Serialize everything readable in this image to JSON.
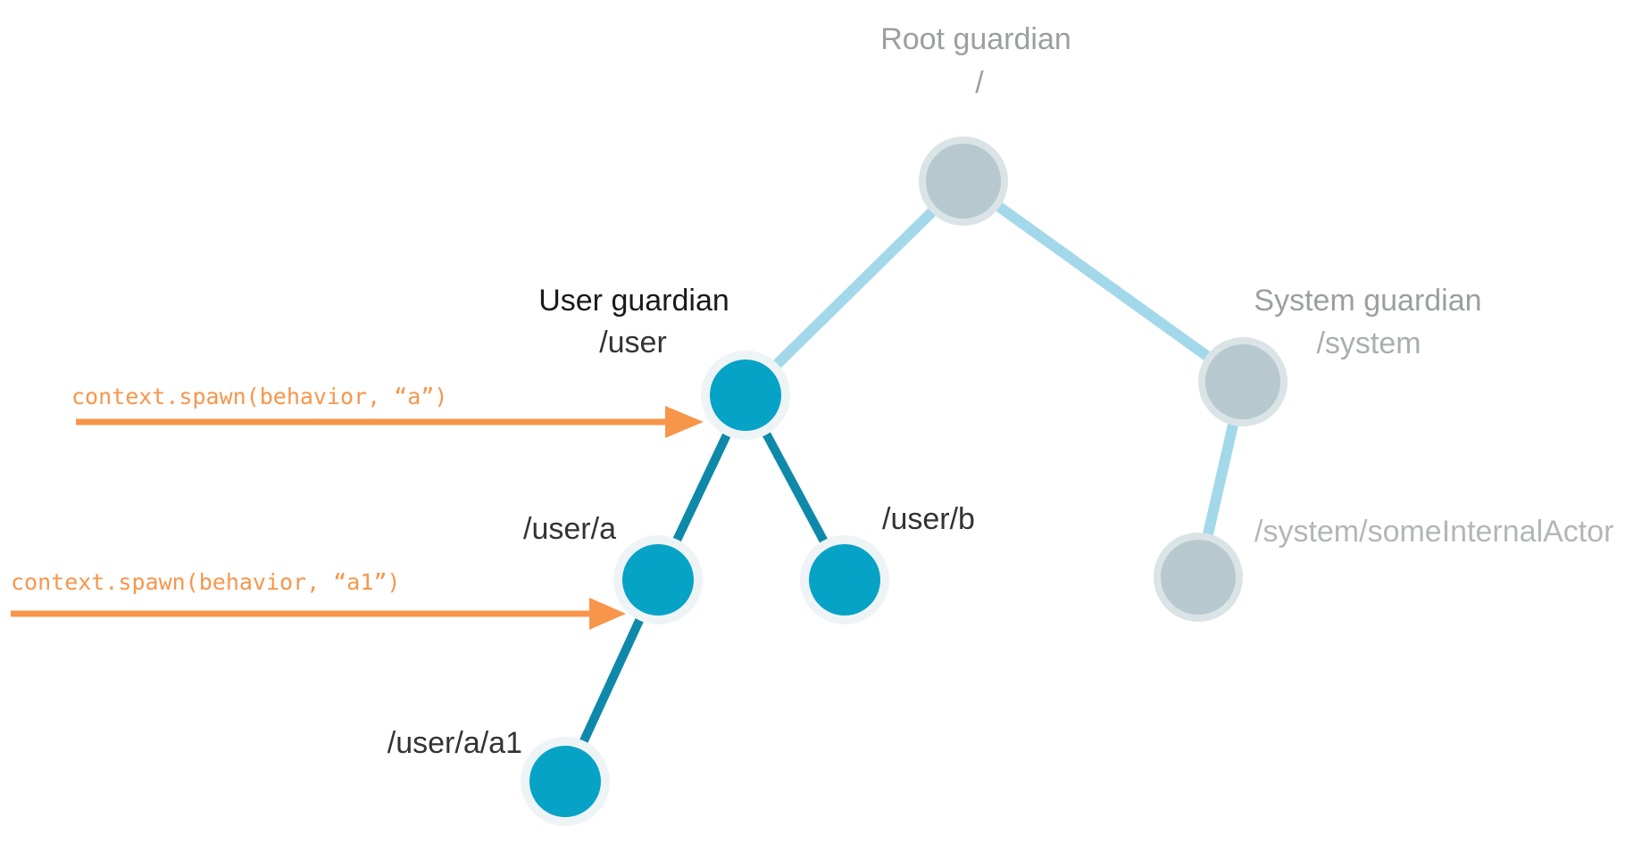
{
  "colors": {
    "teal_node": "#06a3c6",
    "teal_halo": "#eef3f6",
    "teal_edge": "#0f89a9",
    "gray_node": "#b7c9ce",
    "gray_ring": "#dae3e6",
    "blue_edge": "#a3d8ea",
    "orange": "#f7964b",
    "label_dark": "#1a1a1a",
    "path_dark": "#333333",
    "label_gray": "#9b9fa1",
    "path_gray": "#a9aeb0",
    "path_light": "#b3b6b8"
  },
  "nodes": {
    "root": {
      "label": "Root guardian",
      "path": "/"
    },
    "user": {
      "label": "User guardian",
      "path": "/user"
    },
    "system": {
      "label": "System guardian",
      "path": "/system"
    },
    "user_a": {
      "path": "/user/a"
    },
    "user_b": {
      "path": "/user/b"
    },
    "user_a_a1": {
      "path": "/user/a/a1"
    },
    "system_internal": {
      "path": "/system/someInternalActor"
    }
  },
  "annotations": {
    "spawn_a": "context.spawn(behavior, “a”)",
    "spawn_a1": "context.spawn(behavior, “a1”)"
  }
}
